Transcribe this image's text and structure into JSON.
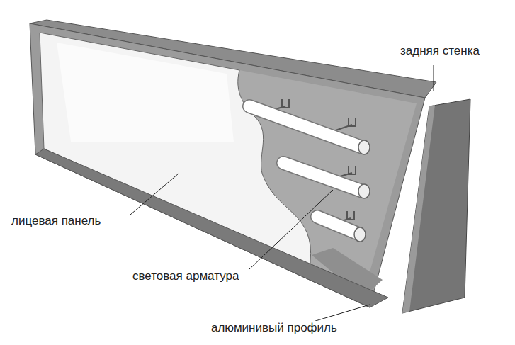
{
  "diagram": {
    "labels": [
      "задняя стенка",
      "лицевая панель",
      "световая арматура",
      "алюминивый профиль"
    ]
  }
}
